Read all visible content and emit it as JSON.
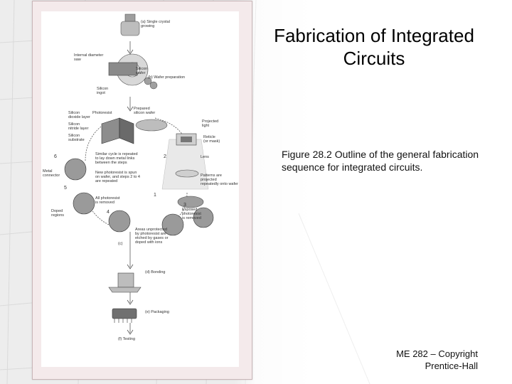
{
  "slide": {
    "title": "Fabrication of Integrated Circuits",
    "caption": "Figure 28.2  Outline of the general fabrication sequence for integrated circuits.",
    "footer": "ME 282 – Copyright Prentice-Hall"
  },
  "figure": {
    "labels": {
      "a": "(a) Single crystal\ngrowing",
      "saw": "Internal diameter\nsaw",
      "wafer": "Silicon\nwafer",
      "b": "(b) Wafer preparation",
      "ingot": "Silicon\ningot",
      "photoresist": "Photoresist",
      "prepared": "Prepared\nsilicon wafer",
      "dioxide": "Silicon\ndioxide layer",
      "nitride": "Silicon\nnitride layer",
      "substrate": "Silicon\nsubstrate",
      "projected_light": "Projected\nlight",
      "reticle": "Reticle\n(or mask)",
      "step6": "6",
      "similar": "Similar cycle is repeated\nto lay down metal links\nbetween the steps",
      "metal": "Metal\nconnector",
      "new_photoresist": "New photoresist is spun\non wafer, and steps 2 to 4\nare repeated",
      "step2": "2",
      "lens": "Lens",
      "patterns": "Patterns are projected\nrepeatedly onto wafer",
      "step5": "5",
      "all_removed": "All photoresist\nis removed",
      "step1": "1",
      "step3": "3",
      "exposed": "Exposed\nphotoresist\nis removed",
      "doped": "Doped\nregions",
      "step4": "4",
      "areas": "Areas unprotected\nby photoresist are\netched by gases or\ndoped with ions",
      "c": "(c)",
      "d": "(d) Bonding",
      "e": "(e) Packaging",
      "f": "(f) Testing"
    }
  }
}
